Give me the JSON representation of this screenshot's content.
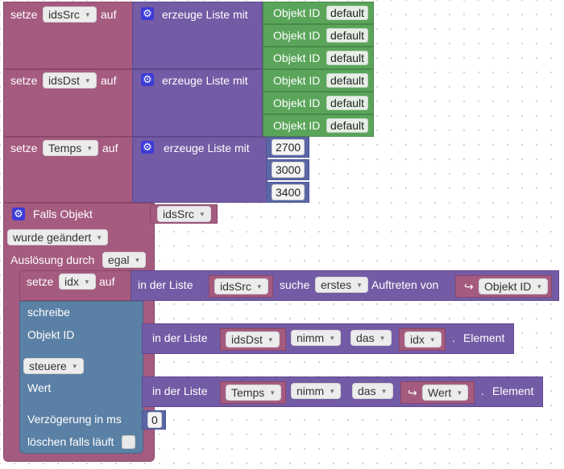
{
  "blocks": {
    "setze": "setze",
    "auf": "auf",
    "erzeuge_liste_mit": "erzeuge Liste mit",
    "objekt_id": "Objekt ID",
    "default": "default",
    "vars": {
      "idsSrc": "idsSrc",
      "idsDst": "idsDst",
      "temps": "Temps",
      "idx": "idx",
      "wert": "Wert"
    },
    "numbers": [
      "2700",
      "3000",
      "3400"
    ],
    "falls_objekt": "Falls Objekt",
    "wurde_geaendert": "wurde geändert",
    "ausloesung_durch": "Auslösung durch",
    "egal": "egal",
    "in_der_liste": "in der Liste",
    "suche": "suche",
    "erstes": "erstes",
    "auftreten_von": "Auftreten von",
    "schreibe": "schreibe",
    "nimm": "nimm",
    "das": "das",
    "dot": ".",
    "element": "Element",
    "steuere": "steuere",
    "wert_label": "Wert",
    "verzoegerung": "Verzögerung in ms",
    "delay_value": "0",
    "loeschen": "löschen falls läuft",
    "arrow_icon": "↪"
  }
}
